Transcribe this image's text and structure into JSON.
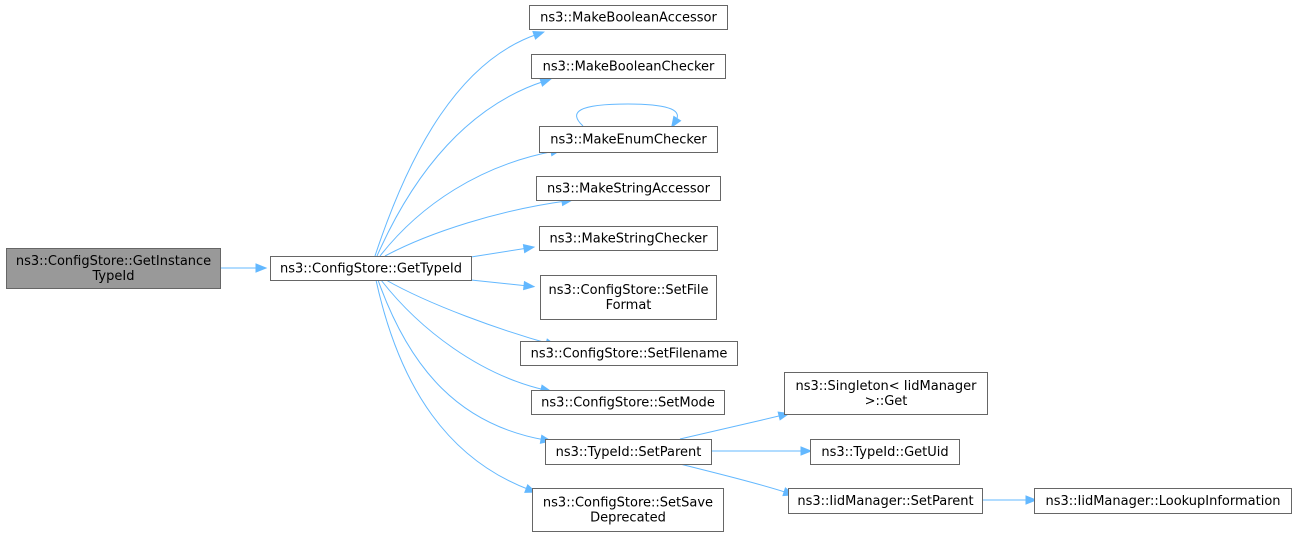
{
  "nodes": [
    {
      "id": "root",
      "lines": [
        "ns3::ConfigStore::GetInstance",
        "TypeId"
      ],
      "highlight": true
    },
    {
      "id": "gettypeid",
      "lines": [
        "ns3::ConfigStore::GetTypeId"
      ]
    },
    {
      "id": "mkboolacc",
      "lines": [
        "ns3::MakeBooleanAccessor"
      ]
    },
    {
      "id": "mkboolchk",
      "lines": [
        "ns3::MakeBooleanChecker"
      ]
    },
    {
      "id": "mkenumchk",
      "lines": [
        "ns3::MakeEnumChecker"
      ]
    },
    {
      "id": "mkstracc",
      "lines": [
        "ns3::MakeStringAccessor"
      ]
    },
    {
      "id": "mkstrchk",
      "lines": [
        "ns3::MakeStringChecker"
      ]
    },
    {
      "id": "setfileformat",
      "lines": [
        "ns3::ConfigStore::SetFile",
        "Format"
      ]
    },
    {
      "id": "setfilename",
      "lines": [
        "ns3::ConfigStore::SetFilename"
      ]
    },
    {
      "id": "setmode",
      "lines": [
        "ns3::ConfigStore::SetMode"
      ]
    },
    {
      "id": "typeidsetparent",
      "lines": [
        "ns3::TypeId::SetParent"
      ]
    },
    {
      "id": "setsavedeprecated",
      "lines": [
        "ns3::ConfigStore::SetSave",
        "Deprecated"
      ]
    },
    {
      "id": "singletonget",
      "lines": [
        "ns3::Singleton< IidManager",
        ">::Get"
      ]
    },
    {
      "id": "getuid",
      "lines": [
        "ns3::TypeId::GetUid"
      ]
    },
    {
      "id": "iidsetparent",
      "lines": [
        "ns3::IidManager::SetParent"
      ]
    },
    {
      "id": "lookupinfo",
      "lines": [
        "ns3::IidManager::LookupInformation"
      ]
    }
  ],
  "edges": [
    {
      "from": "root",
      "to": "gettypeid"
    },
    {
      "from": "gettypeid",
      "to": "mkboolacc"
    },
    {
      "from": "gettypeid",
      "to": "mkboolchk"
    },
    {
      "from": "gettypeid",
      "to": "mkenumchk"
    },
    {
      "from": "mkenumchk",
      "to": "mkenumchk"
    },
    {
      "from": "gettypeid",
      "to": "mkstracc"
    },
    {
      "from": "gettypeid",
      "to": "mkstrchk"
    },
    {
      "from": "gettypeid",
      "to": "setfileformat"
    },
    {
      "from": "gettypeid",
      "to": "setfilename"
    },
    {
      "from": "gettypeid",
      "to": "setmode"
    },
    {
      "from": "gettypeid",
      "to": "typeidsetparent"
    },
    {
      "from": "gettypeid",
      "to": "setsavedeprecated"
    },
    {
      "from": "typeidsetparent",
      "to": "singletonget"
    },
    {
      "from": "typeidsetparent",
      "to": "getuid"
    },
    {
      "from": "typeidsetparent",
      "to": "iidsetparent"
    },
    {
      "from": "iidsetparent",
      "to": "lookupinfo"
    }
  ],
  "colors": {
    "edge": "#63b8ff",
    "node_border": "#666666",
    "root_fill": "#999999",
    "node_fill": "#ffffff"
  }
}
